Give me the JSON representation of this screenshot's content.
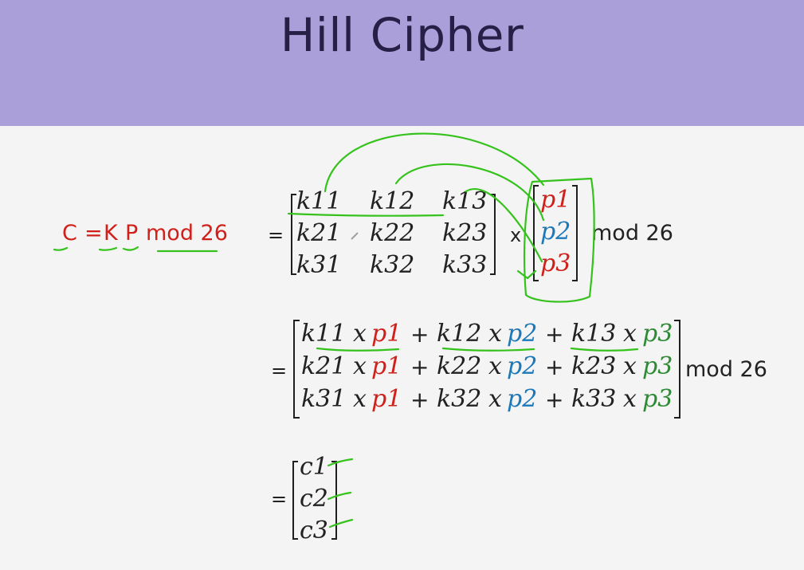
{
  "title": "Hill Cipher",
  "equation": {
    "C": "C",
    "eq": "=",
    "K": "K",
    "P": "P",
    "mod": "mod 26"
  },
  "matrix_k": [
    [
      "k11",
      "k12",
      "k13"
    ],
    [
      "k21",
      "k22",
      "k23"
    ],
    [
      "k31",
      "k32",
      "k33"
    ]
  ],
  "vector_p": [
    "p1",
    "p2",
    "p3"
  ],
  "times": "x",
  "mod26": "mod  26",
  "mod26b": "mod 26",
  "eq_sign": "=",
  "expanded": [
    [
      {
        "k": "k11",
        "x": "x",
        "p": "p1"
      },
      {
        "k": "k12",
        "x": "x",
        "p": "p2"
      },
      {
        "k": "k13",
        "x": "x",
        "p": "p3"
      }
    ],
    [
      {
        "k": "k21",
        "x": "x",
        "p": "p1"
      },
      {
        "k": "k22",
        "x": "x",
        "p": "p2"
      },
      {
        "k": "k23",
        "x": "x",
        "p": "p3"
      }
    ],
    [
      {
        "k": "k31",
        "x": "x",
        "p": "p1"
      },
      {
        "k": "k32",
        "x": "x",
        "p": "p2"
      },
      {
        "k": "k33",
        "x": "x",
        "p": "p3"
      }
    ]
  ],
  "plus": "+",
  "vector_c": [
    "c1",
    "c2",
    "c3"
  ],
  "colors": {
    "title_band": "#ab9fd9",
    "title_text": "#262046",
    "red": "#d0201a",
    "blue": "#1d78b8",
    "green": "#2d8a35",
    "annotation": "#35c21c"
  }
}
